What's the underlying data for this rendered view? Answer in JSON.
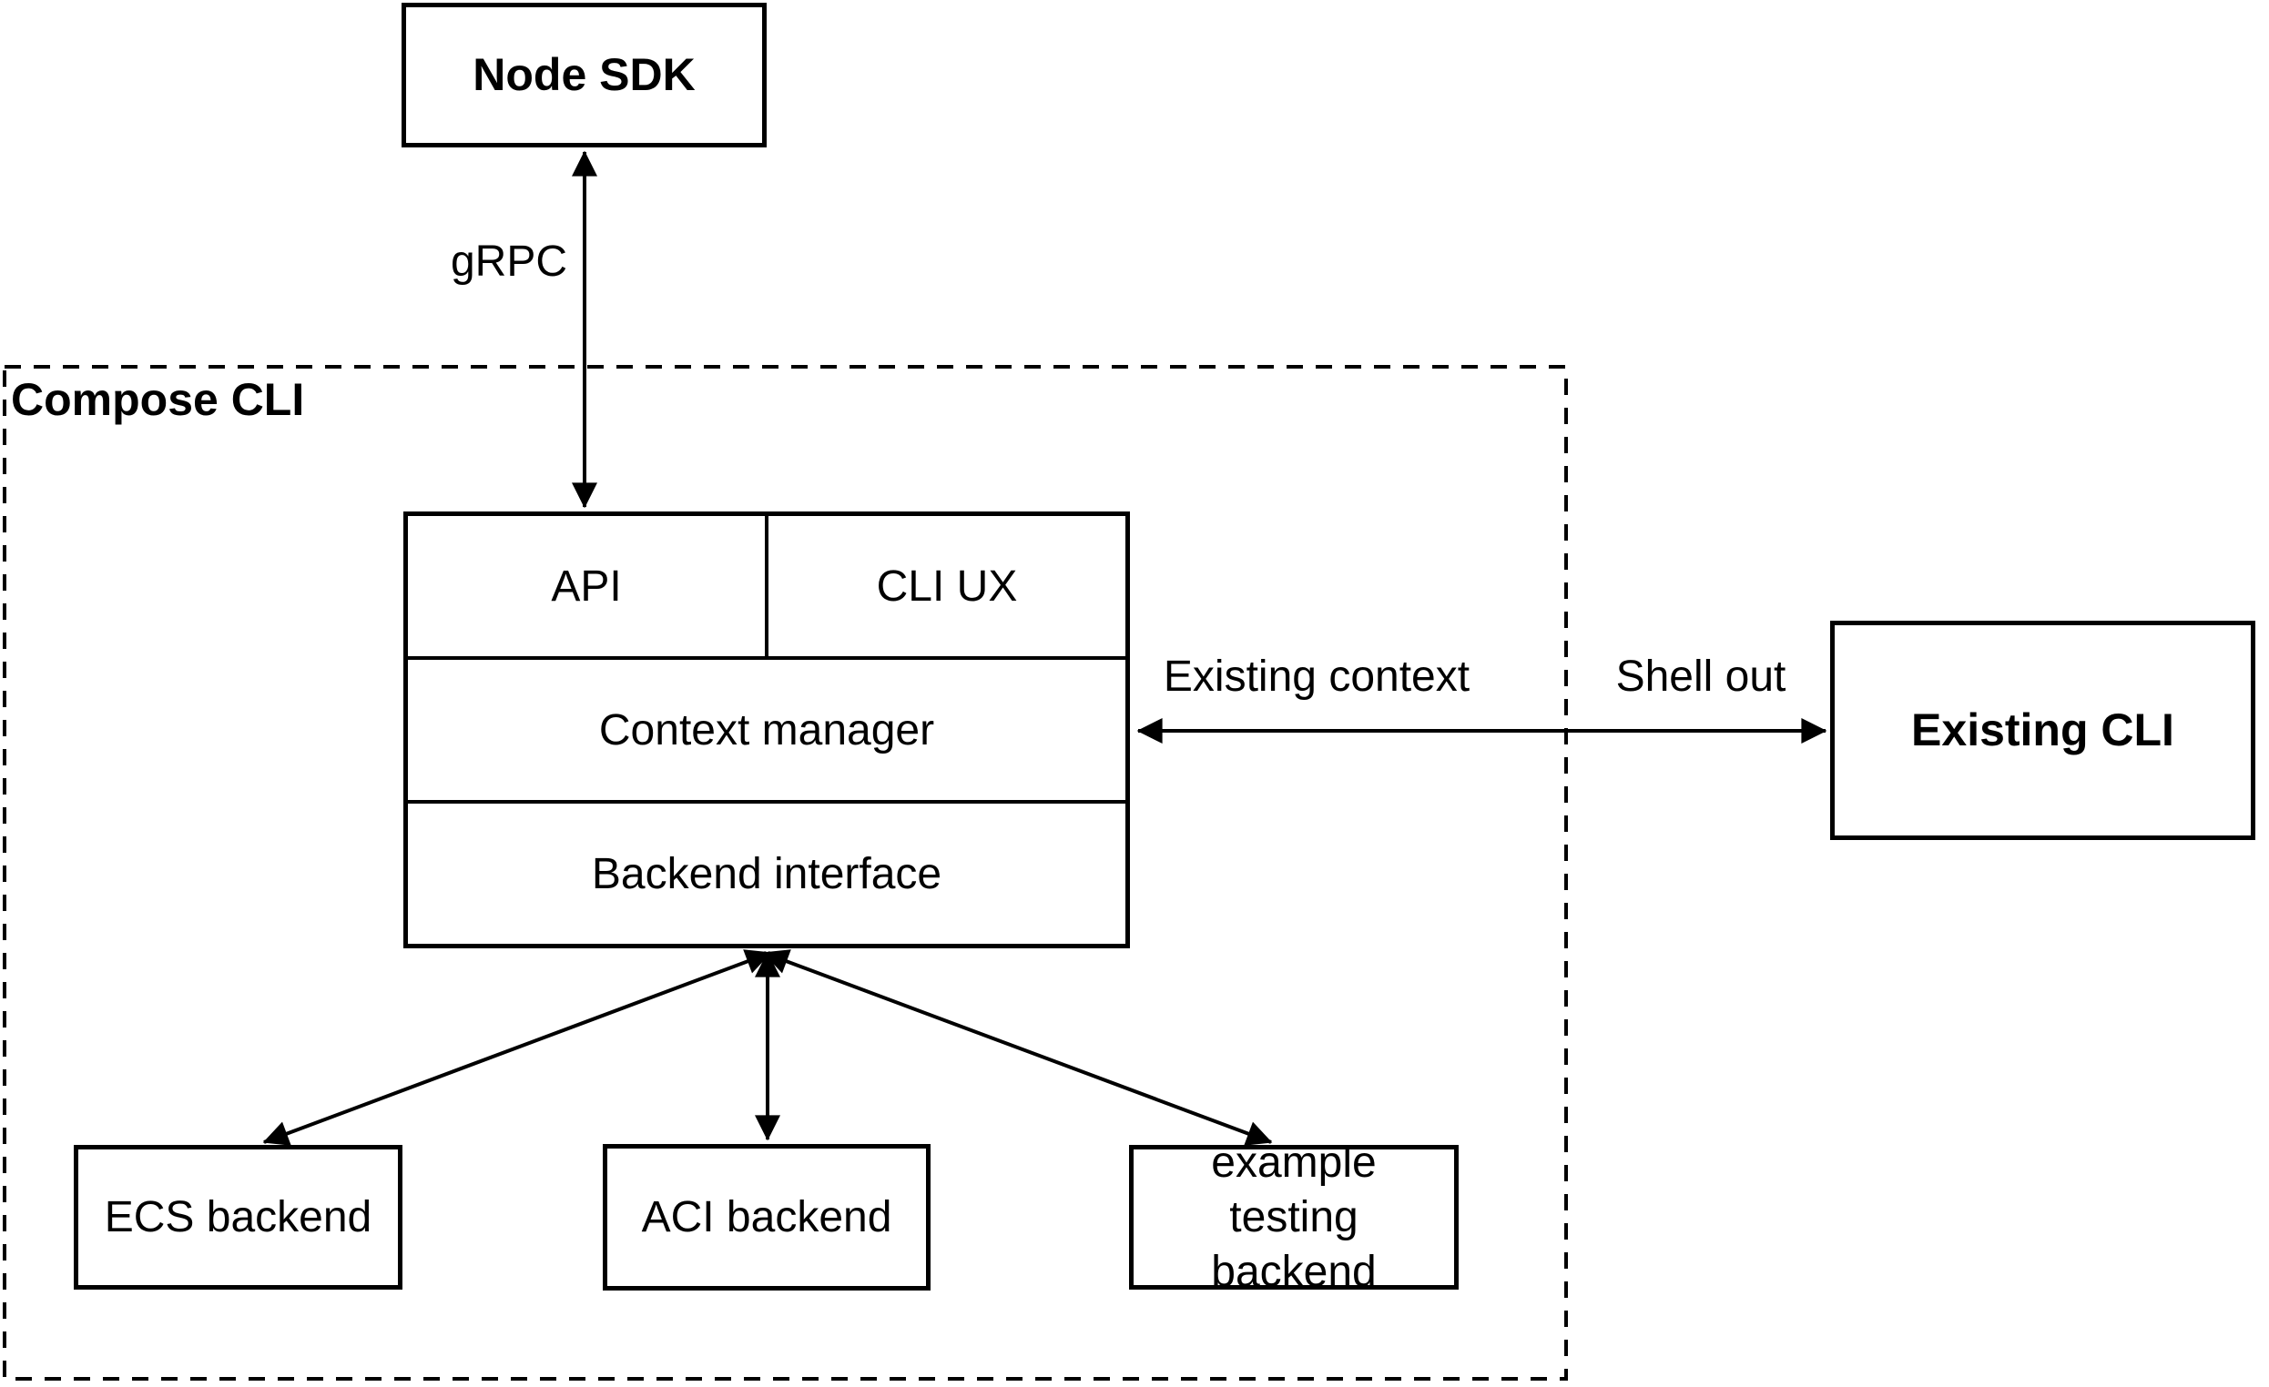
{
  "colors": {
    "line": "#000000",
    "background": "#ffffff",
    "text": "#000000"
  },
  "nodes": {
    "node_sdk": {
      "label": "Node SDK"
    },
    "compose_cli_container": {
      "label": "Compose CLI"
    },
    "api": {
      "label": "API"
    },
    "cli_ux": {
      "label": "CLI UX"
    },
    "context_manager": {
      "label": "Context manager"
    },
    "backend_interface": {
      "label": "Backend interface"
    },
    "existing_cli": {
      "label": "Existing CLI"
    },
    "ecs_backend": {
      "label": "ECS backend"
    },
    "aci_backend": {
      "label": "ACI backend"
    },
    "example_testing_backend": {
      "label": "example testing backend"
    }
  },
  "edge_labels": {
    "grpc": "gRPC",
    "existing_context": "Existing context",
    "shell_out": "Shell out"
  }
}
